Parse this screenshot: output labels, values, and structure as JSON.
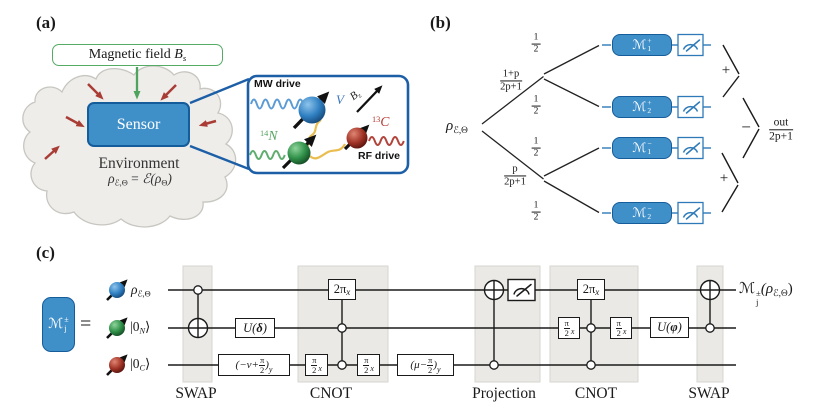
{
  "colors": {
    "box_blue_fill": "#3f8fc9",
    "box_blue_border": "#155c9b",
    "circuit_blue": "#2e7ab8",
    "green": "#55ab63",
    "red": "#a93c35",
    "yellow_coupling": "#e9bd4f",
    "environment_gray": "#eeedea",
    "section_gray": "#eae9e5"
  },
  "panel_a": {
    "tag": "(a)",
    "magnetic_field": {
      "text": "Magnetic field",
      "var": "B",
      "sub": "s"
    },
    "sensor_label": "Sensor",
    "environment_label": "Environment",
    "env_equation": {
      "rho": "ρ",
      "rho_sub": "ℰ,Θ",
      "equals": "=",
      "map_open": "ℰ(ρ",
      "map_sub": "Θ",
      "close": ")"
    },
    "inset": {
      "mw_drive": "MW drive",
      "v_label": "V",
      "b_field": {
        "var": "B",
        "sub": "z"
      },
      "nitrogen": {
        "sup": "14",
        "base": "N"
      },
      "carbon": {
        "sup": "13",
        "base": "C"
      },
      "rf_drive": "RF drive"
    }
  },
  "panel_b": {
    "tag": "(b)",
    "input_state": {
      "base": "ρ",
      "sub": "ℰ,Θ"
    },
    "prob_upper": {
      "num": "1+p",
      "den": "2p+1"
    },
    "prob_lower": {
      "num": "p",
      "den": "2p+1"
    },
    "prob_half": {
      "num": "1",
      "den": "2"
    },
    "channels": [
      {
        "base": "ℳ",
        "sub": "1",
        "sup": "+"
      },
      {
        "base": "ℳ",
        "sub": "2",
        "sup": "+"
      },
      {
        "base": "ℳ",
        "sub": "1",
        "sup": "−"
      },
      {
        "base": "ℳ",
        "sub": "2",
        "sup": "−"
      }
    ],
    "combine_plus_upper": "+",
    "combine_plus_lower": "+",
    "combine_minus": "−",
    "output": {
      "num": "out",
      "den": "2p+1"
    }
  },
  "panel_c": {
    "tag": "(c)",
    "channel_box": {
      "base": "ℳ",
      "sub": "j",
      "sup": "±"
    },
    "equals": "=",
    "wires": [
      {
        "base": "ρ",
        "sub": "ℰ,Θ"
      },
      {
        "pre": "|0",
        "sub": "N",
        "post": "⟩"
      },
      {
        "pre": "|0",
        "sub": "C",
        "post": "⟩"
      }
    ],
    "gates": {
      "u_delta": {
        "pre": "U(",
        "arg": "δ",
        "post": ")"
      },
      "nu_rotation": {
        "pre": "(−ν+",
        "num": "π",
        "den": "2",
        "post": ")",
        "sub": "y"
      },
      "two_pi_x": {
        "base": "2π",
        "sub": "x"
      },
      "half_pi_x": {
        "num": "π",
        "den": "2",
        "sub": "x"
      },
      "mu_rotation": {
        "pre": "(μ−",
        "num": "π",
        "den": "2",
        "post": ")",
        "sub": "y"
      },
      "u_phi": {
        "pre": "U(",
        "arg": "φ",
        "post": ")"
      }
    },
    "sections": [
      "SWAP",
      "CNOT",
      "Projection",
      "CNOT",
      "SWAP"
    ],
    "output": {
      "base": "ℳ",
      "sub": "j",
      "sup": "±",
      "open": "(ρ",
      "open_sub": "ℰ,Θ",
      "close": ")"
    }
  }
}
